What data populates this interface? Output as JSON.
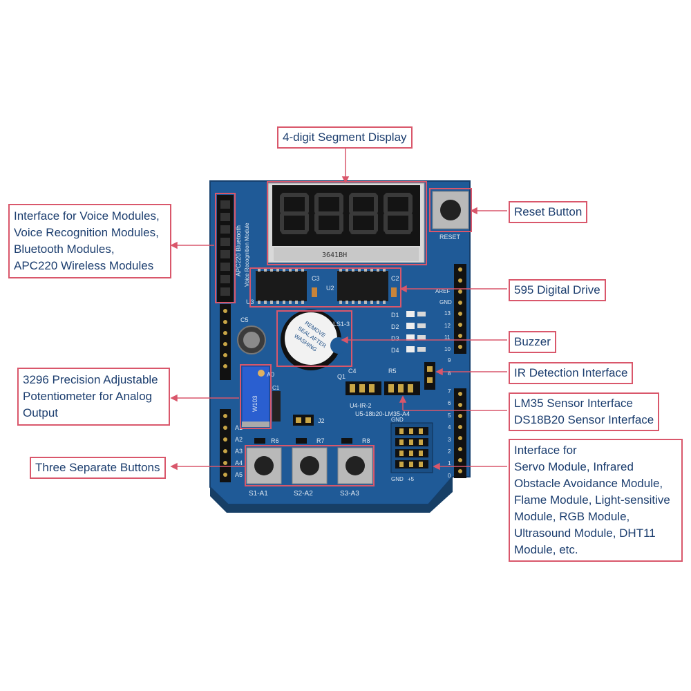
{
  "callouts": {
    "segment_display": "4-digit Segment Display",
    "reset_button": "Reset Button",
    "voice_interface": [
      "Interface for Voice Modules,",
      "Voice Recognition Modules,",
      "Bluetooth Modules,",
      "APC220 Wireless Modules"
    ],
    "digital_drive": "595 Digital Drive",
    "buzzer": "Buzzer",
    "ir_interface": "IR Detection Interface",
    "potentiometer": [
      "3296 Precision Adjustable",
      "Potentiometer for Analog",
      "Output"
    ],
    "sensor_interface": [
      "LM35 Sensor Interface",
      "DS18B20 Sensor Interface"
    ],
    "buttons": "Three Separate Buttons",
    "module_interface": [
      "Interface for",
      "Servo Module, Infrared",
      "Obstacle Avoidance Module,",
      "Flame Module, Light-sensitive",
      "Module, RGB Module,",
      "Ultrasound Module, DHT11",
      "Module, etc."
    ]
  },
  "board": {
    "display_part": "3641BH",
    "reset_label": "RESET",
    "side_label_1": "APC220 Bluetooth",
    "side_label_2": "Voice Recognition Module",
    "buzzer_sticker": [
      "REMOVE",
      "SEAL AFTER",
      "WASHING"
    ],
    "chip_labels": [
      "U3",
      "U2",
      "C3",
      "C2"
    ],
    "led_labels": [
      "D1",
      "D2",
      "D3",
      "D4"
    ],
    "right_pins": [
      "AREF",
      "GND",
      "13",
      "12",
      "11",
      "10",
      "9",
      "8",
      "7",
      "6",
      "5",
      "4",
      "3",
      "2",
      "1",
      "0"
    ],
    "left_pins": [
      "A1",
      "A2",
      "A3",
      "A4",
      "A5"
    ],
    "button_labels": [
      "S1-A1",
      "S2-A2",
      "S3-A3"
    ],
    "resistor_labels": [
      "R6",
      "R7",
      "R8"
    ],
    "ir_label": "U4-IR-2",
    "sensor_label": "U5-18b20-LM35-A4",
    "misc_labels": [
      "C5",
      "C4",
      "C1",
      "Q1",
      "J2",
      "R5",
      "LS1-3",
      "GND",
      "+5",
      "A0"
    ],
    "pot_label": "W103"
  },
  "colors": {
    "pcb": "#1f5a97",
    "callout_border": "#d9576b",
    "callout_text": "#1b3d6e"
  }
}
